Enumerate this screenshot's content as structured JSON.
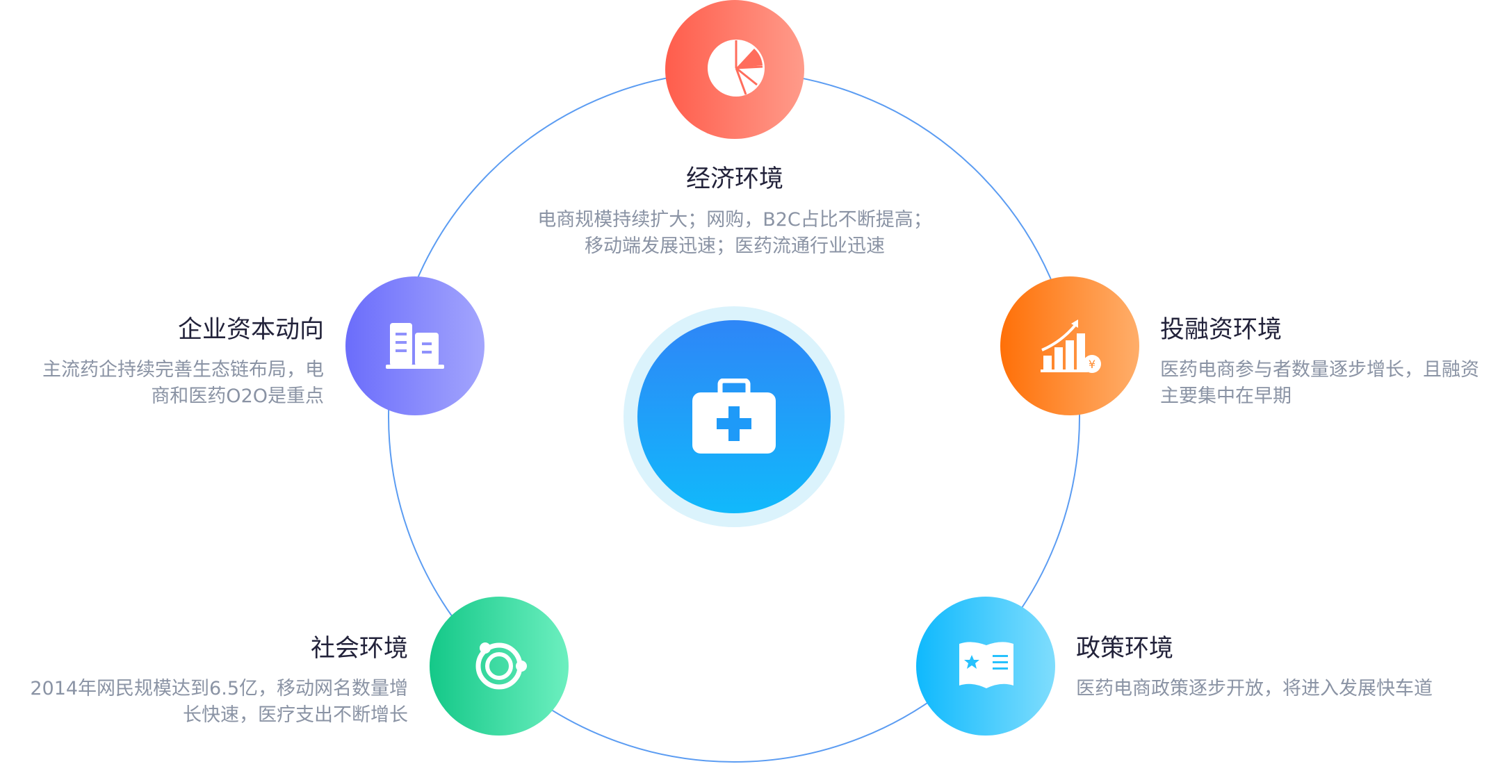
{
  "center": {
    "icon": "medical-kit-icon"
  },
  "nodes": {
    "econ": {
      "icon": "pie-chart-icon",
      "title": "经济环境",
      "lines": [
        "电商规模持续扩大；网购，B2C占比不断提高；",
        "移动端发展迅速；医药流通行业迅速"
      ]
    },
    "corp": {
      "icon": "buildings-icon",
      "title": "企业资本动向",
      "lines": [
        "主流药企持续完善生态链布局，电",
        "商和医药O2O是重点"
      ]
    },
    "invest": {
      "icon": "growth-chart-icon",
      "title": "投融资环境",
      "lines": [
        "医药电商参与者数量逐步增长，且融资",
        "主要集中在早期"
      ]
    },
    "social": {
      "icon": "orbit-icon",
      "title": "社会环境",
      "lines": [
        "2014年网民规模达到6.5亿，移动网名数量增",
        "长快速，医疗支出不断增长"
      ]
    },
    "policy": {
      "icon": "policy-book-icon",
      "title": "政策环境",
      "lines": [
        "医药电商政策逐步开放，将进入发展快车道"
      ]
    }
  }
}
